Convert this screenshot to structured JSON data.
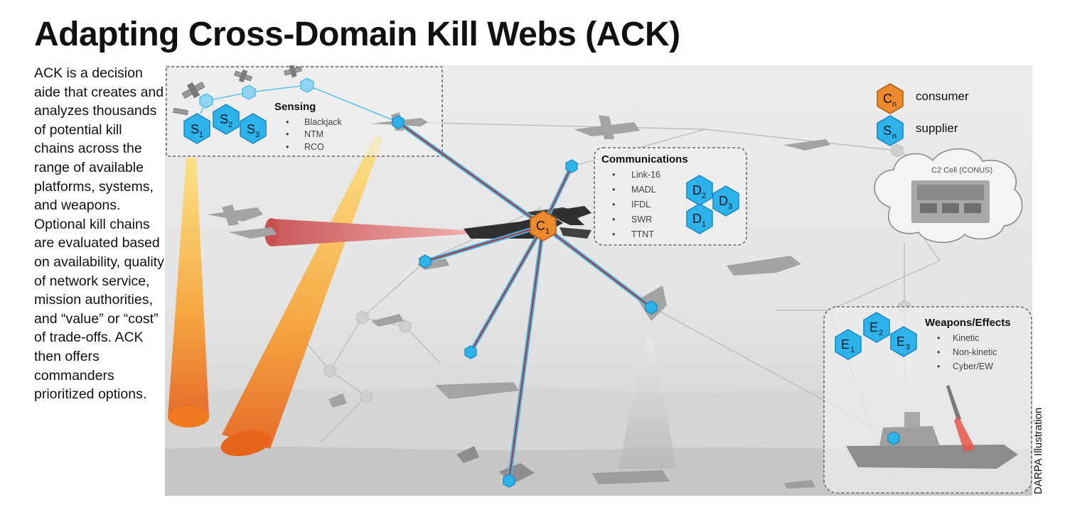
{
  "header": {
    "title": "Adapting Cross-Domain Kill Webs (ACK)"
  },
  "intro": {
    "text": "ACK is a decision aide that creates and analyzes thousands of potential kill chains across the range of available platforms, systems, and weapons. Optional kill chains are evaluated based on availability, quality of network service, mission authorities, and “value” or “cost” of trade-offs. ACK then offers commanders prioritized options."
  },
  "credit": "DARPA Illustration",
  "legend": {
    "consumer_symbol": "C",
    "consumer_sub": "n",
    "consumer_label": "consumer",
    "supplier_symbol": "S",
    "supplier_sub": "n",
    "supplier_label": "supplier"
  },
  "sensing": {
    "title": "Sensing",
    "items": [
      "Blackjack",
      "NTM",
      "RCO"
    ],
    "nodes": [
      {
        "letter": "S",
        "sub": "1"
      },
      {
        "letter": "S",
        "sub": "2"
      },
      {
        "letter": "S",
        "sub": "3"
      }
    ]
  },
  "communications": {
    "title": "Communications",
    "items": [
      "Link-16",
      "MADL",
      "IFDL",
      "SWR",
      "TTNT"
    ],
    "nodes": [
      {
        "letter": "D",
        "sub": "2"
      },
      {
        "letter": "D",
        "sub": "3"
      },
      {
        "letter": "D",
        "sub": "1"
      }
    ]
  },
  "weapons": {
    "title": "Weapons/Effects",
    "items": [
      "Kinetic",
      "Non-kinetic",
      "Cyber/EW"
    ],
    "nodes": [
      {
        "letter": "E",
        "sub": "1"
      },
      {
        "letter": "E",
        "sub": "2"
      },
      {
        "letter": "E",
        "sub": "3"
      }
    ]
  },
  "c2": {
    "label": "C2 Cell (CONUS)"
  },
  "center_node": {
    "letter": "C",
    "sub": "1"
  },
  "colors": {
    "consumer": "#ee8a2e",
    "supplier": "#2eb2ea",
    "link_outer": "#3fb6e8",
    "link_inner": "#c0302a",
    "background": "#e6e6e6"
  }
}
